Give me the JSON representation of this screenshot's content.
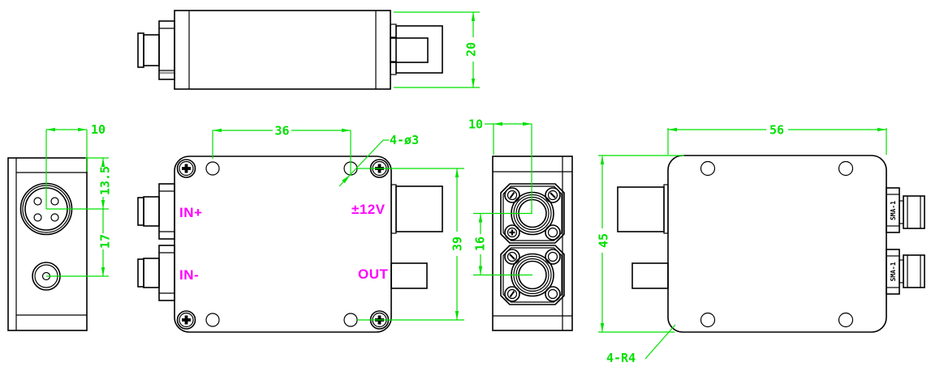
{
  "drawing_type": "engineering-multiview-drawing",
  "colors": {
    "background": "#ffffff",
    "outline": "#000000",
    "dimension": "#00e000",
    "label": "#ff00ff"
  },
  "views": {
    "top": {
      "dim_height": "20"
    },
    "left_side": {
      "dim_width": "10",
      "dim_connector_center": "13.5",
      "dim_connector_spacing": "17"
    },
    "front": {
      "dim_hole_spacing_h": "36",
      "dim_holes": "4-ø3",
      "dim_hole_spacing_v": "39",
      "labels": {
        "in_plus": "IN+",
        "in_minus": "IN-",
        "power": "±12V",
        "out": "OUT"
      }
    },
    "right_side": {
      "dim_offset": "10",
      "dim_connector_spacing": "16"
    },
    "bottom": {
      "dim_width": "56",
      "dim_height": "45",
      "dim_corner_radius": "4-R4",
      "connector_labels": [
        "SMA-1",
        "SMA-1"
      ]
    }
  }
}
